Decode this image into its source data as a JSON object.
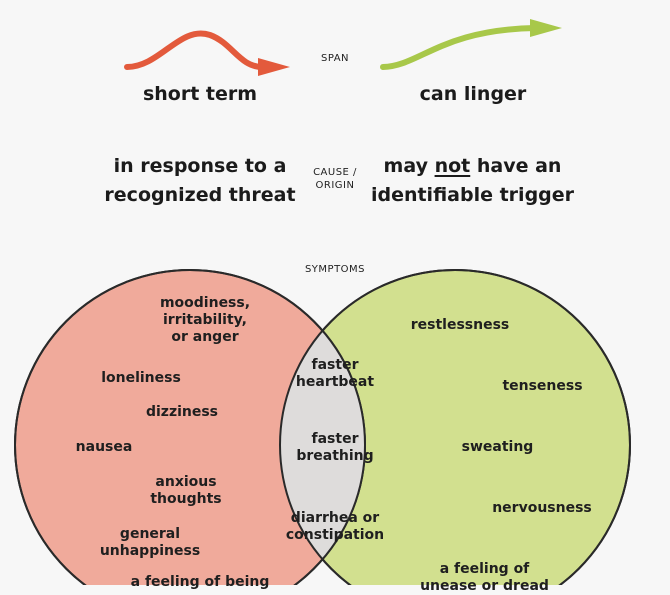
{
  "colors": {
    "left_arrow": "#e35a3c",
    "right_arrow": "#a8c84a",
    "left_circle": "#f0aa9b",
    "right_circle": "#d2e08f",
    "overlap": "#dedcdb",
    "outline": "#2a2a2a"
  },
  "span": {
    "label": "SPAN",
    "left": "short term",
    "right": "can linger"
  },
  "cause": {
    "label_line1": "CAUSE /",
    "label_line2": "ORIGIN",
    "left_line1": "in response to a",
    "left_line2": "recognized threat",
    "right_line1_a": "may ",
    "right_line1_b": "not",
    "right_line1_c": " have an",
    "right_line2_a": "identifiable",
    "right_line2_b": " trigger"
  },
  "symptoms": {
    "label": "SYMPTOMS",
    "left": [
      {
        "lines": [
          "moodiness,",
          "irritability,",
          "or anger"
        ]
      },
      {
        "lines": [
          "loneliness"
        ]
      },
      {
        "lines": [
          "dizziness"
        ]
      },
      {
        "lines": [
          "nausea"
        ]
      },
      {
        "lines": [
          "anxious",
          "thoughts"
        ]
      },
      {
        "lines": [
          "general",
          "unhappiness"
        ]
      },
      {
        "lines": [
          "a feeling of being"
        ]
      }
    ],
    "shared": [
      {
        "lines": [
          "faster",
          "heartbeat"
        ]
      },
      {
        "lines": [
          "faster",
          "breathing"
        ]
      },
      {
        "lines": [
          "diarrhea or",
          "constipation"
        ]
      }
    ],
    "right": [
      {
        "lines": [
          "restlessness"
        ]
      },
      {
        "lines": [
          "tenseness"
        ]
      },
      {
        "lines": [
          "sweating"
        ]
      },
      {
        "lines": [
          "nervousness"
        ]
      },
      {
        "lines": [
          "a feeling of",
          "unease or dread"
        ]
      }
    ]
  }
}
